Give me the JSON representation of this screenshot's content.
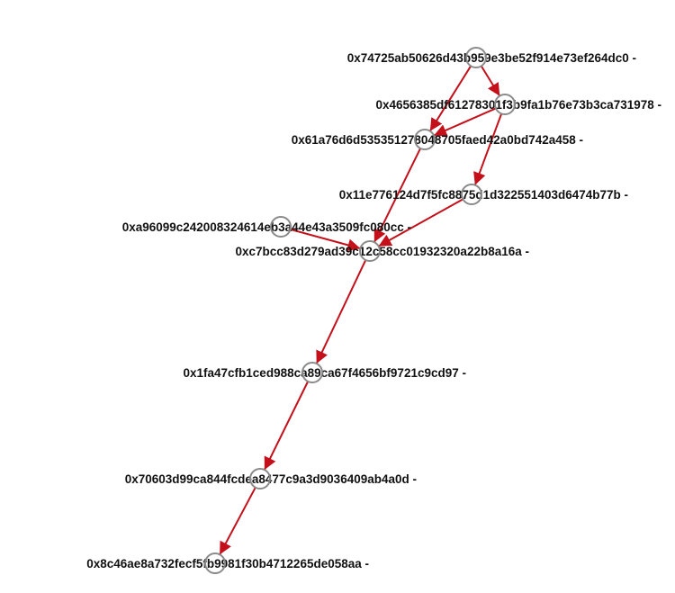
{
  "diagram": {
    "type": "directed-graph",
    "colors": {
      "edge": "#c4101a",
      "node_stroke": "#8a8a8a"
    },
    "nodes": [
      {
        "id": "A",
        "label": "0x74725ab50626d43b959e3be52f914e73ef264dc0 -"
      },
      {
        "id": "B",
        "label": "0x4656385df61278301f3b9fa1b76e73b3ca731978 -"
      },
      {
        "id": "C",
        "label": "0x61a76d6d535351278048705faed42a0bd742a458 -"
      },
      {
        "id": "D",
        "label": "0x11e776124d7f5fc8875d1d322551403d6474b77b -"
      },
      {
        "id": "E",
        "label": "0xa96099c242008324614eb3a44e43a3509fc080cc -"
      },
      {
        "id": "F",
        "label": "0xc7bcc83d279ad39c12c58cc01932320a22b8a16a -"
      },
      {
        "id": "G",
        "label": "0x1fa47cfb1ced988ca89ca67f4656bf9721c9cd97 -"
      },
      {
        "id": "H",
        "label": "0x70603d99ca844fcdea8477c9a3d9036409ab4a0d -"
      },
      {
        "id": "I",
        "label": "0x8c46ae8a732fecf5fb9981f30b4712265de058aa -"
      }
    ],
    "edges": [
      [
        "A",
        "C"
      ],
      [
        "A",
        "B"
      ],
      [
        "B",
        "C"
      ],
      [
        "B",
        "D"
      ],
      [
        "C",
        "F"
      ],
      [
        "D",
        "F"
      ],
      [
        "E",
        "F"
      ],
      [
        "F",
        "G"
      ],
      [
        "G",
        "H"
      ],
      [
        "H",
        "I"
      ]
    ]
  }
}
